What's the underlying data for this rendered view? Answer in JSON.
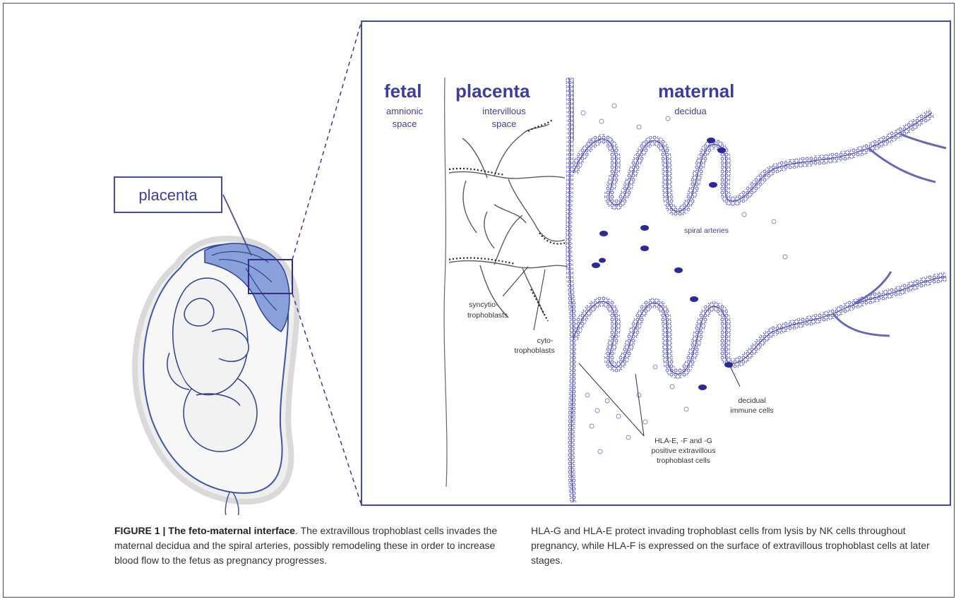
{
  "figure": {
    "callout_label": "placenta",
    "headers": {
      "fetal": "fetal",
      "placenta": "placenta",
      "maternal": "maternal"
    },
    "subheaders": {
      "amnionic": [
        "amnionic",
        "space"
      ],
      "intervillous": [
        "intervillous",
        "space"
      ],
      "decidua": "decidua"
    },
    "annotations": {
      "spiral_arteries": "spiral arteries",
      "syncytio": [
        "syncytio-",
        "trophoblasts"
      ],
      "cyto": [
        "cyto-",
        "trophoblasts"
      ],
      "decidual": [
        "decidual",
        "immune cells"
      ],
      "hla": [
        "HLA-E, -F and -G",
        "positive extravillous",
        "trophoblast cells"
      ]
    },
    "colors": {
      "ink": "#3d3d9e",
      "frame": "#4a4a9e",
      "tissue": "#b9b9b9"
    }
  },
  "caption": {
    "title": "FIGURE 1 | The feto-maternal interface",
    "left_text": ". The extravillous trophoblast cells invades the maternal decidua and the spiral arteries, possibly remodeling these in order to increase blood flow to the fetus as pregnancy progresses.",
    "right_text": "HLA-G and HLA-E protect invading trophoblast cells from lysis by NK cells throughout pregnancy, while HLA-F is expressed on the surface of extravillous trophoblast cells at later stages."
  }
}
